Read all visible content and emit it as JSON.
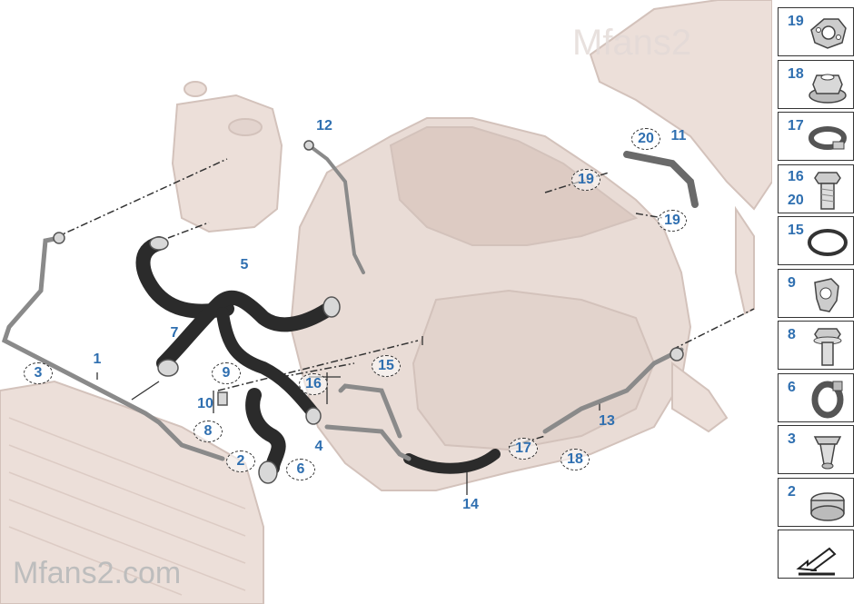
{
  "watermark": {
    "prefix": "Mfans2",
    "suffix": ".com"
  },
  "callouts": [
    {
      "id": "c1",
      "label": "1",
      "circled": false
    },
    {
      "id": "c2",
      "label": "2",
      "circled": true
    },
    {
      "id": "c3",
      "label": "3",
      "circled": true
    },
    {
      "id": "c4",
      "label": "4",
      "circled": false
    },
    {
      "id": "c5",
      "label": "5",
      "circled": false
    },
    {
      "id": "c6",
      "label": "6",
      "circled": true
    },
    {
      "id": "c7",
      "label": "7",
      "circled": false
    },
    {
      "id": "c8",
      "label": "8",
      "circled": true
    },
    {
      "id": "c9",
      "label": "9",
      "circled": true
    },
    {
      "id": "c10",
      "label": "10",
      "circled": false
    },
    {
      "id": "c11",
      "label": "11",
      "circled": false
    },
    {
      "id": "c12",
      "label": "12",
      "circled": false
    },
    {
      "id": "c13",
      "label": "13",
      "circled": false
    },
    {
      "id": "c14",
      "label": "14",
      "circled": false
    },
    {
      "id": "c15",
      "label": "15",
      "circled": true
    },
    {
      "id": "c16",
      "label": "16",
      "circled": true
    },
    {
      "id": "c17",
      "label": "17",
      "circled": true
    },
    {
      "id": "c18",
      "label": "18",
      "circled": true
    },
    {
      "id": "c19a",
      "label": "19",
      "circled": true
    },
    {
      "id": "c19b",
      "label": "19",
      "circled": true
    },
    {
      "id": "c20",
      "label": "20",
      "circled": true
    }
  ],
  "legend": [
    {
      "labels": [
        "19"
      ],
      "icon": "gasket-plate-icon"
    },
    {
      "labels": [
        "18"
      ],
      "icon": "hex-nut-icon"
    },
    {
      "labels": [
        "17"
      ],
      "icon": "hose-clamp-icon"
    },
    {
      "labels": [
        "16",
        "20"
      ],
      "icon": "hex-bolt-icon"
    },
    {
      "labels": [
        "15"
      ],
      "icon": "o-ring-icon"
    },
    {
      "labels": [
        "9"
      ],
      "icon": "bracket-clip-icon"
    },
    {
      "labels": [
        "8"
      ],
      "icon": "flange-bolt-icon"
    },
    {
      "labels": [
        "6"
      ],
      "icon": "spring-clamp-icon"
    },
    {
      "labels": [
        "3"
      ],
      "icon": "expansion-rivet-icon"
    },
    {
      "labels": [
        "2"
      ],
      "icon": "clip-clamp-icon"
    },
    {
      "labels": [],
      "icon": "arrow-icon"
    }
  ]
}
